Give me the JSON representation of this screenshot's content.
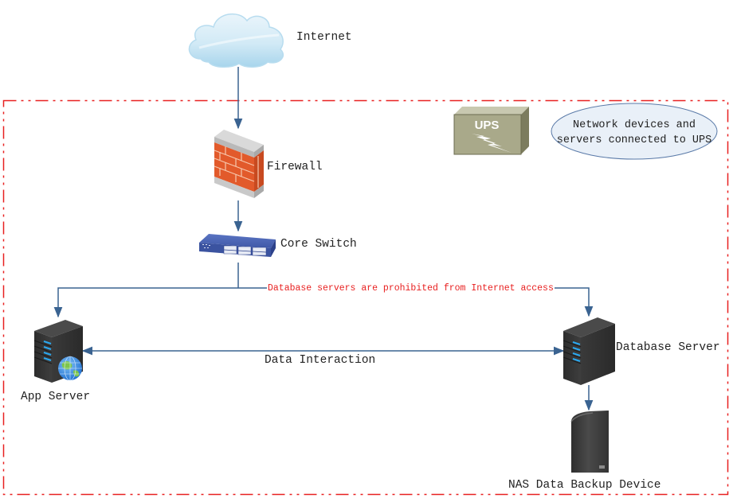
{
  "diagram": {
    "title": "Network topology with UPS protected zone",
    "colors": {
      "connector": "#3a6391",
      "boundary": "#e82020",
      "annotation_text": "#e82020",
      "label_text": "#222222",
      "note_fill": "#e6eef8",
      "note_stroke": "#5a7aa8"
    },
    "nodes": {
      "internet": {
        "label": "Internet",
        "icon": "cloud-icon"
      },
      "firewall": {
        "label": "Firewall",
        "icon": "firewall-icon"
      },
      "core_switch": {
        "label": "Core Switch",
        "icon": "network-switch-icon"
      },
      "app_server": {
        "label": "App Server",
        "icon": "web-server-icon"
      },
      "database_server": {
        "label": "Database Server",
        "icon": "server-icon"
      },
      "nas": {
        "label": "NAS Data Backup Device",
        "icon": "nas-drive-icon"
      },
      "ups": {
        "label": "UPS",
        "icon": "ups-icon"
      }
    },
    "note": {
      "line1": "Network devices and",
      "line2": "servers connected to UPS"
    },
    "edges": [
      {
        "from": "internet",
        "to": "firewall",
        "label": ""
      },
      {
        "from": "firewall",
        "to": "core_switch",
        "label": ""
      },
      {
        "from": "core_switch",
        "to": "app_server",
        "label": ""
      },
      {
        "from": "core_switch",
        "to": "database_server",
        "label": "Database servers are prohibited from Internet access"
      },
      {
        "from": "app_server",
        "to": "database_server",
        "label": "Data Interaction",
        "bidirectional": true
      },
      {
        "from": "database_server",
        "to": "nas",
        "label": ""
      }
    ],
    "annotations": {
      "restriction": "Database servers are prohibited from Internet access",
      "data_link": "Data Interaction"
    },
    "boundary": {
      "style": "dash-dot",
      "meaning": "UPS protected zone"
    }
  }
}
